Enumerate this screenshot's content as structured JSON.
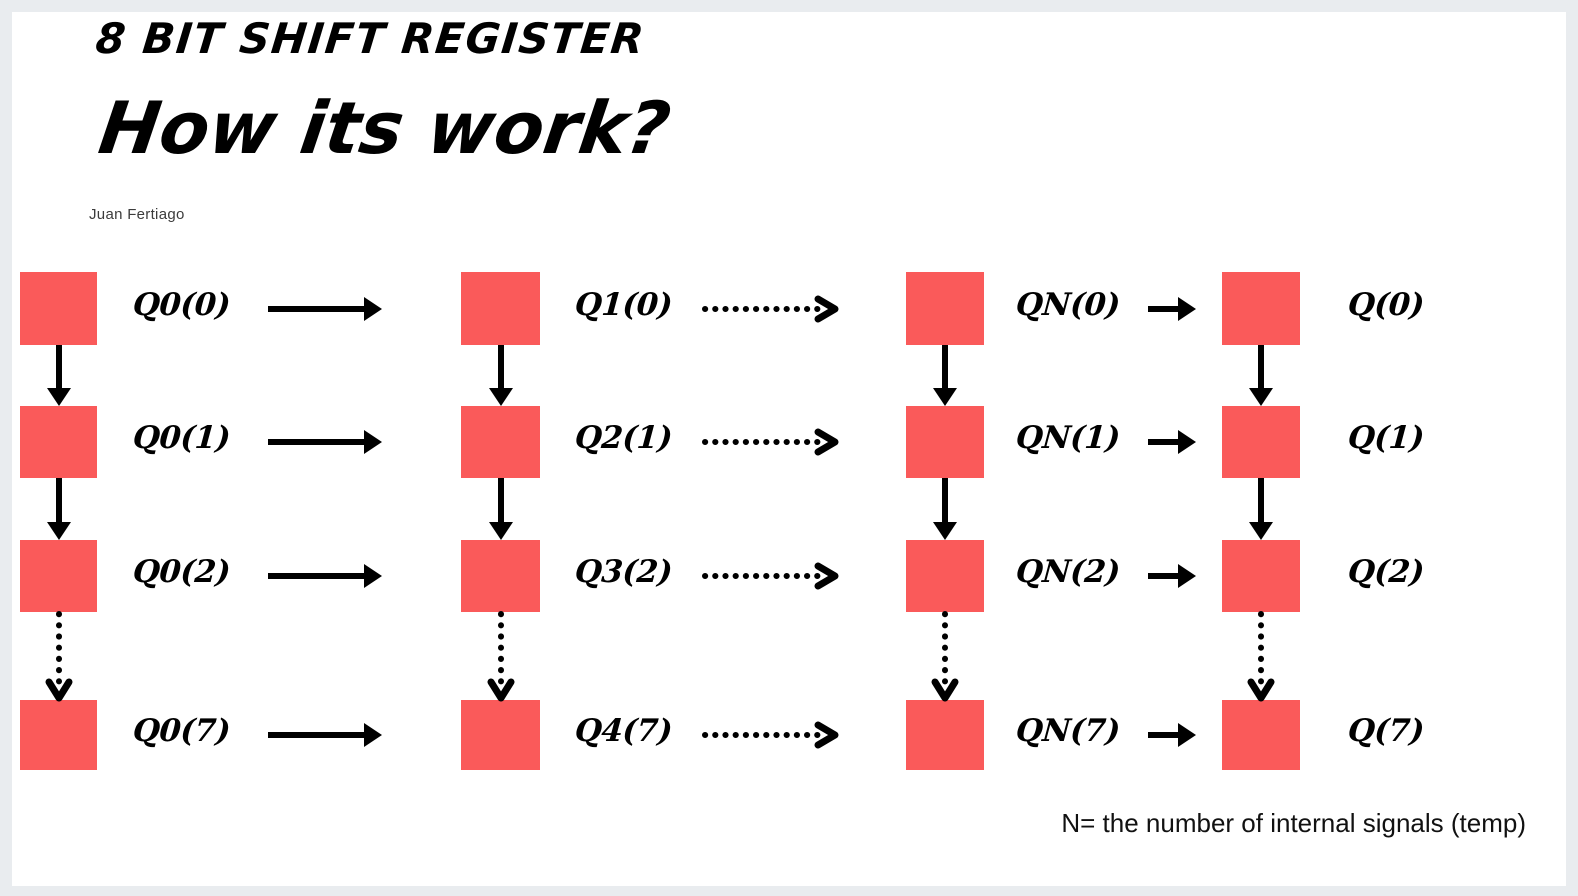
{
  "slide": {
    "title": "8 BIT SHIFT REGISTER",
    "subtitle": "How its work?",
    "author": "Juan Fertiago",
    "footer_note": "N= the number of internal signals (temp)",
    "background_color": "#e9ecef",
    "slide_color": "#ffffff",
    "box_color": "#fa5a5a",
    "ink_color": "#000000"
  },
  "diagram": {
    "type": "shift-register-stage-grid",
    "columns": [
      {
        "id": "col-0",
        "arrow_style": "solid",
        "arrow_length": "long",
        "labels": [
          "Q0(0)",
          "Q0(1)",
          "Q0(2)",
          "Q0(7)"
        ]
      },
      {
        "id": "col-1",
        "arrow_style": "dotted",
        "arrow_length": "long",
        "labels": [
          "Q1(0)",
          "Q2(1)",
          "Q3(2)",
          "Q4(7)"
        ]
      },
      {
        "id": "col-2",
        "arrow_style": "solid",
        "arrow_length": "short",
        "labels": [
          "QN(0)",
          "QN(1)",
          "QN(2)",
          "QN(7)"
        ]
      },
      {
        "id": "col-3",
        "arrow_style": "none",
        "arrow_length": "none",
        "labels": [
          "Q(0)",
          "Q(1)",
          "Q(2)",
          "Q(7)"
        ]
      }
    ],
    "rows": [
      "bit-0",
      "bit-1",
      "bit-2",
      "bit-7"
    ],
    "vertical_connectors": [
      "solid",
      "solid",
      "dotted"
    ]
  }
}
